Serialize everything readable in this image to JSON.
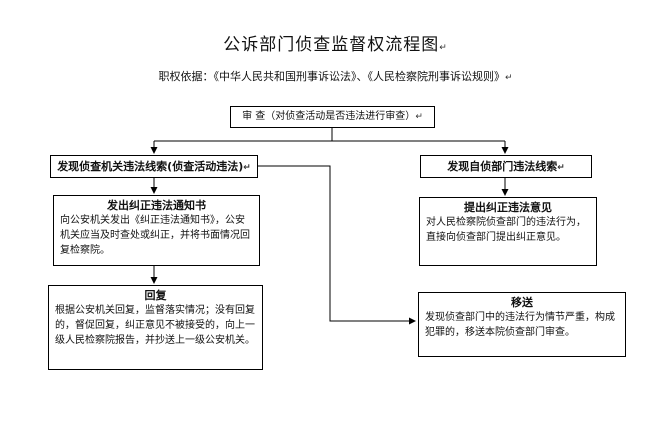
{
  "diagram": {
    "title": "公诉部门侦查监督权流程图",
    "basis": "职权依据：《中华人民共和国刑事诉讼法》、《人民检察院刑事诉讼规则》",
    "review": "审 查（对侦查活动是否违法进行审查）",
    "left_branch": "发现侦查机关违法线索(侦查活动违法)",
    "right_branch": "发现自侦部门违法线索",
    "notice": {
      "head": "发出纠正违法通知书",
      "text": "向公安机关发出《纠正违法通知书》，公安机关应当及时查处或纠正，并将书面情况回复检察院。"
    },
    "reply": {
      "head": "回复",
      "text": "根据公安机关回复，监督落实情况；没有回复的，督促回复，纠正意见不被接受的，向上一级人民检察院报告，并抄送上一级公安机关。"
    },
    "opinion": {
      "head": "提出纠正违法意见",
      "text": "对人民检察院侦查部门的违法行为，直接向侦查部门提出纠正意见。"
    },
    "transfer": {
      "head": "移送",
      "text": "发现侦查部门中的违法行为情节严重，构成犯罪的，移送本院侦查部门审查。"
    },
    "edit_mark": "↵"
  }
}
